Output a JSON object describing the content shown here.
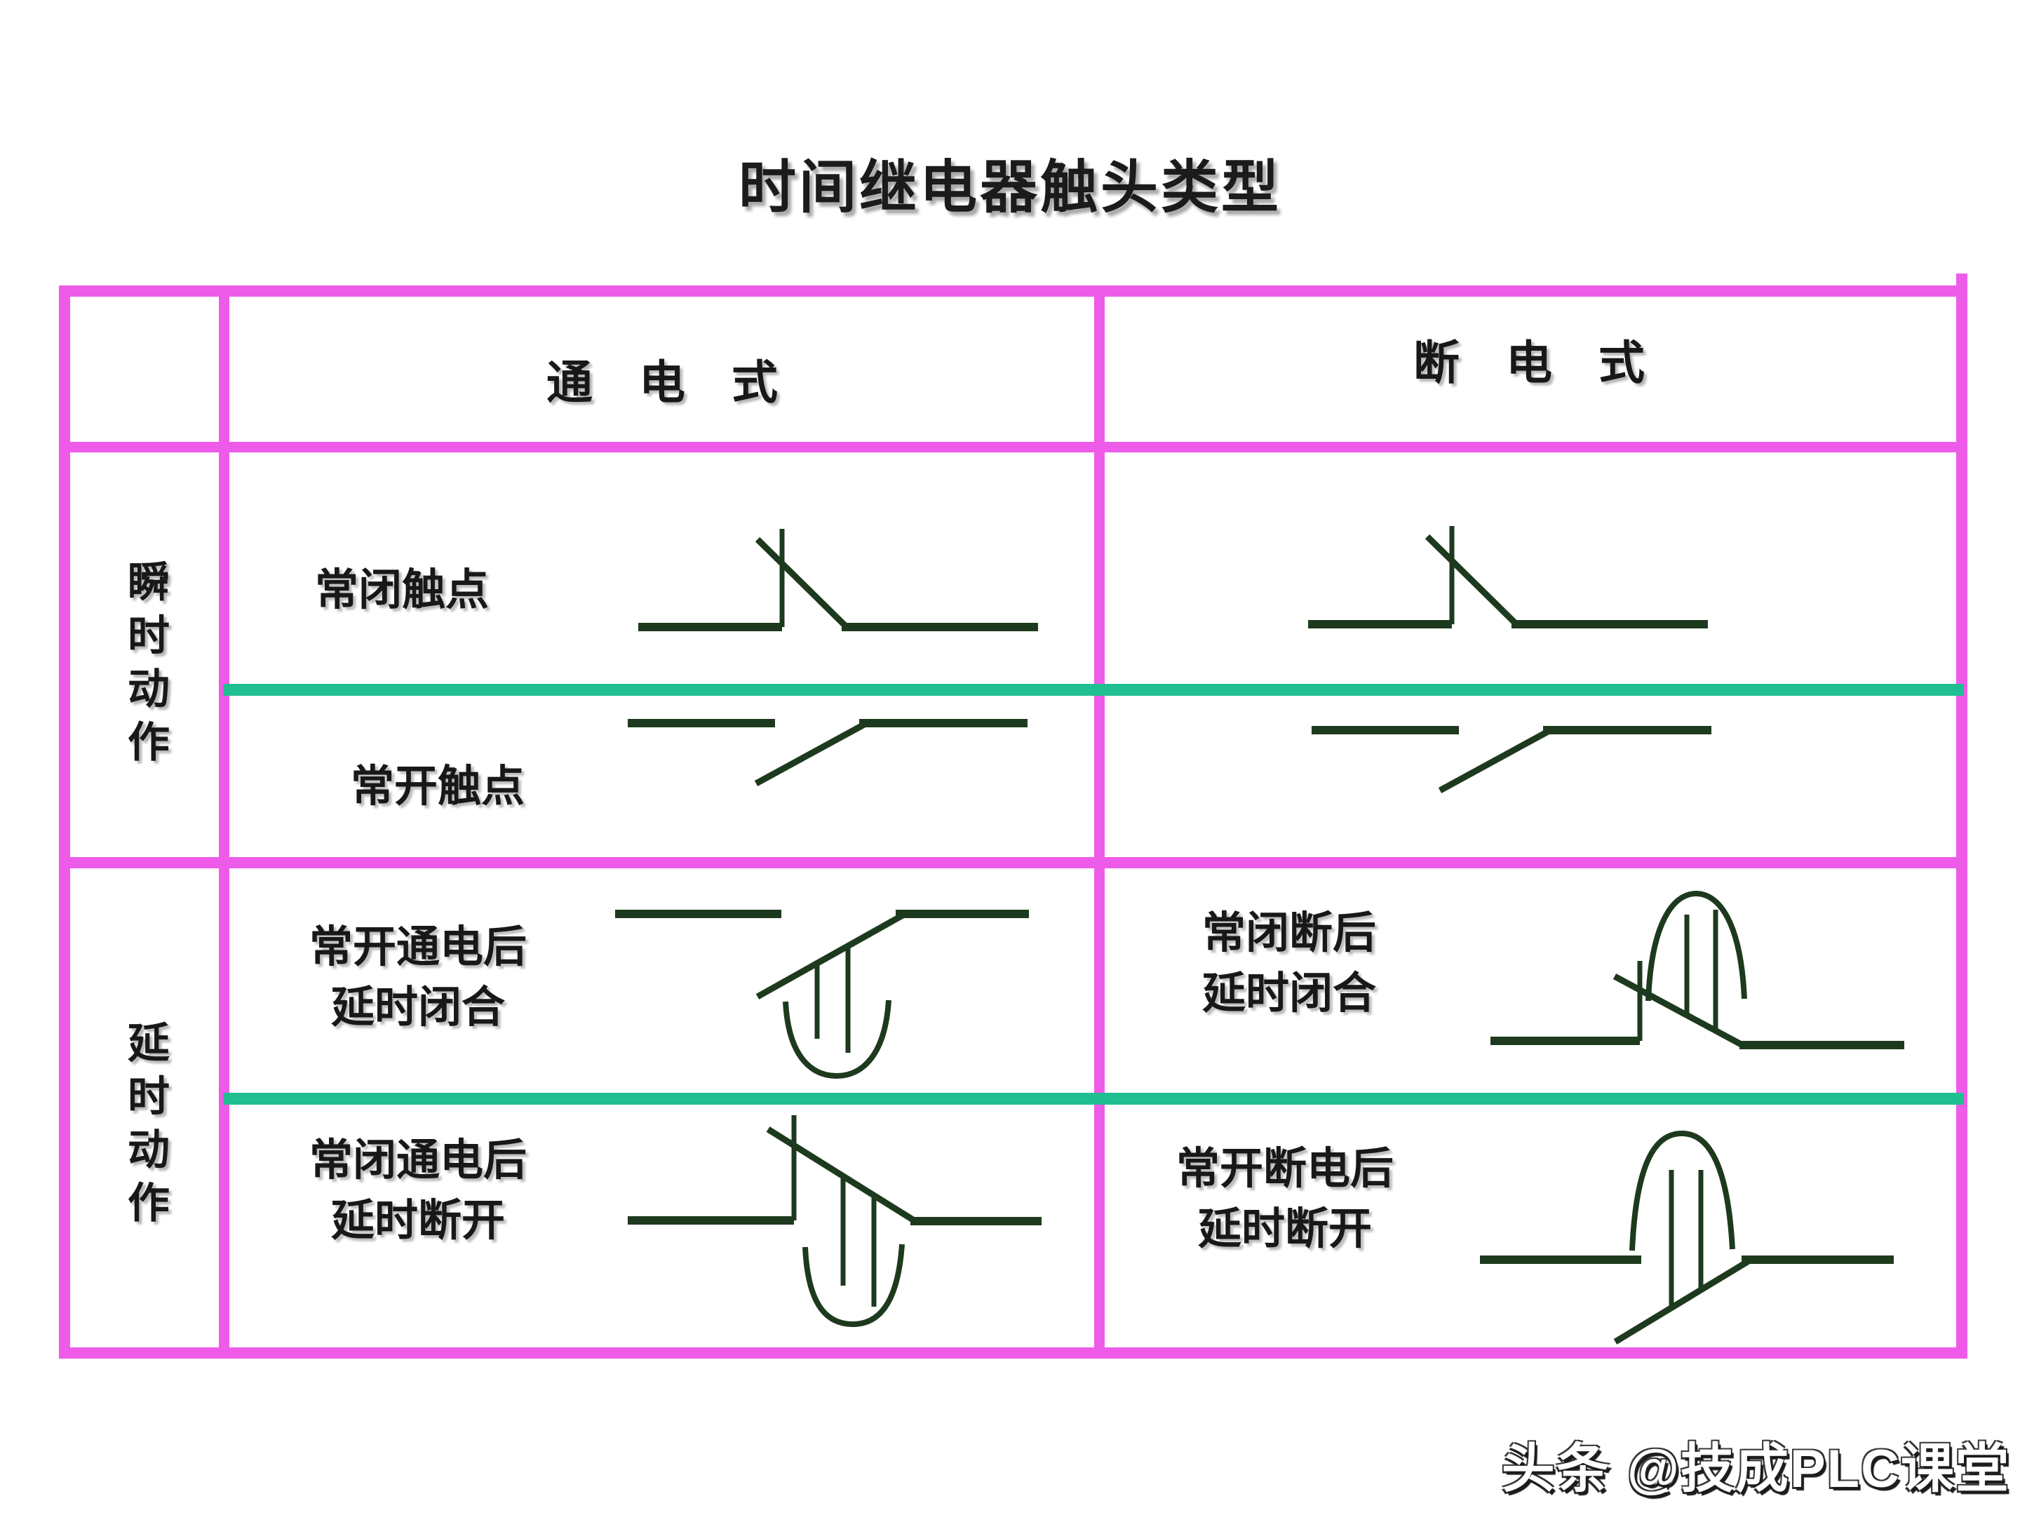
{
  "title": "时间继电器触头类型",
  "watermark": "头条 @技成PLC课堂",
  "colors": {
    "table_border": "#ee5be8",
    "section_divider": "#1fbf92",
    "symbol_line": "#1e3a1e",
    "text": "#181818"
  },
  "table": {
    "headers": {
      "col1": "通　电　式",
      "col2": "断　电　式"
    },
    "row_groups": {
      "instant": "瞬时动作",
      "delayed": "延时动作"
    },
    "cells": {
      "nc_instant": {
        "label": "常闭触点",
        "symbol": "nc-contact"
      },
      "no_instant": {
        "label": "常开触点",
        "symbol": "no-contact"
      },
      "no_delay_close": {
        "line1": "常开通电后",
        "line2": "延时闭合",
        "symbol": "no-contact-delay-close"
      },
      "nc_break_delay_close": {
        "line1": "常闭断后",
        "line2": "延时闭合",
        "symbol": "nc-contact-delay-close"
      },
      "nc_delay_open": {
        "line1": "常闭通电后",
        "line2": "延时断开",
        "symbol": "nc-contact-delay-open"
      },
      "no_break_delay_open": {
        "line1": "常开断电后",
        "line2": "延时断开",
        "symbol": "no-contact-delay-open"
      }
    }
  }
}
